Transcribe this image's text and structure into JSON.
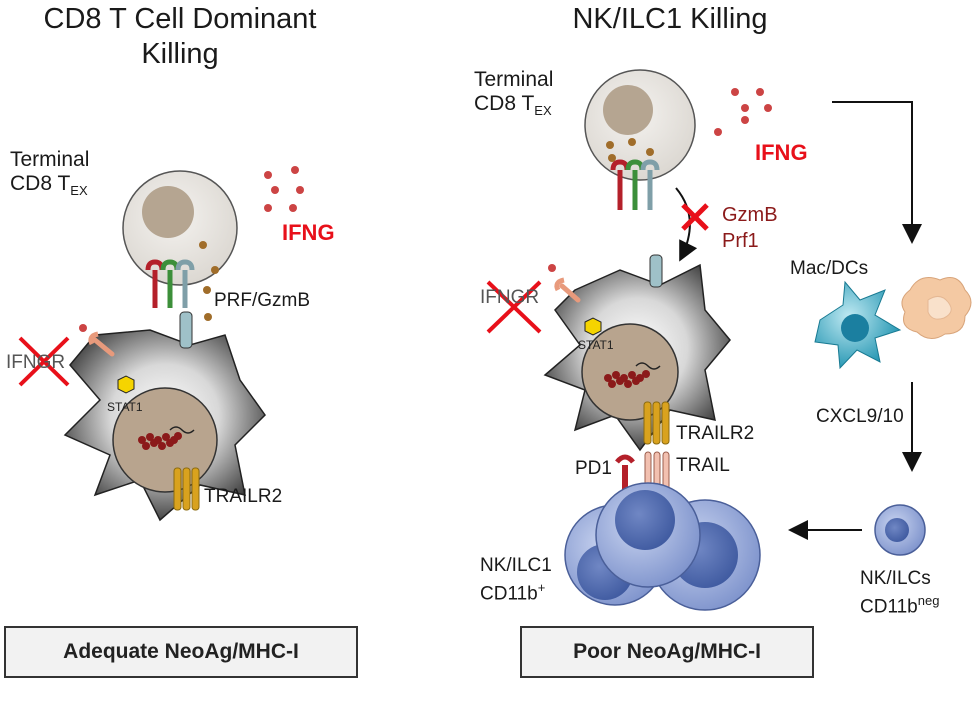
{
  "left": {
    "title_line1": "CD8 T Cell Dominant",
    "title_line2": "Killing",
    "cell_label_line1": "Terminal",
    "cell_label_line2": "CD8 T",
    "cell_label_sub": "EX",
    "ifng": "IFNG",
    "prf_gzmb": "PRF/GzmB",
    "ifngr": "IFNGR",
    "stat1": "STAT1",
    "trailr2": "TRAILR2",
    "condition": "Adequate NeoAg/MHC-I"
  },
  "right": {
    "title": "NK/ILC1 Killing",
    "cell_label_line1": "Terminal",
    "cell_label_line2": "CD8 T",
    "cell_label_sub": "EX",
    "ifng": "IFNG",
    "gzmb": "GzmB",
    "prf1": "Prf1",
    "ifngr": "IFNGR",
    "stat1": "STAT1",
    "trailr2": "TRAILR2",
    "trail": "TRAIL",
    "pd1": "PD1",
    "mac_dcs": "Mac/DCs",
    "cxcl": "CXCL9/10",
    "nk_ilc1_line1": "NK/ILC1",
    "nk_ilc1_line2": "CD11b",
    "nk_ilc1_sup": "+",
    "nk_ilcs_line1": "NK/ILCs",
    "nk_ilcs_line2": "CD11b",
    "nk_ilcs_sup": "neg",
    "condition": "Poor NeoAg/MHC-I"
  },
  "colors": {
    "ifng_text": "#e8101a",
    "tumor_cell": "#4a4a4a",
    "nucleus": "#b8a48e",
    "nk_cell": "#8fa3d6",
    "dc_cell": "#37a9c4",
    "macrophage": "#f4c9a3",
    "receptor_gold": "#d9a21e"
  }
}
